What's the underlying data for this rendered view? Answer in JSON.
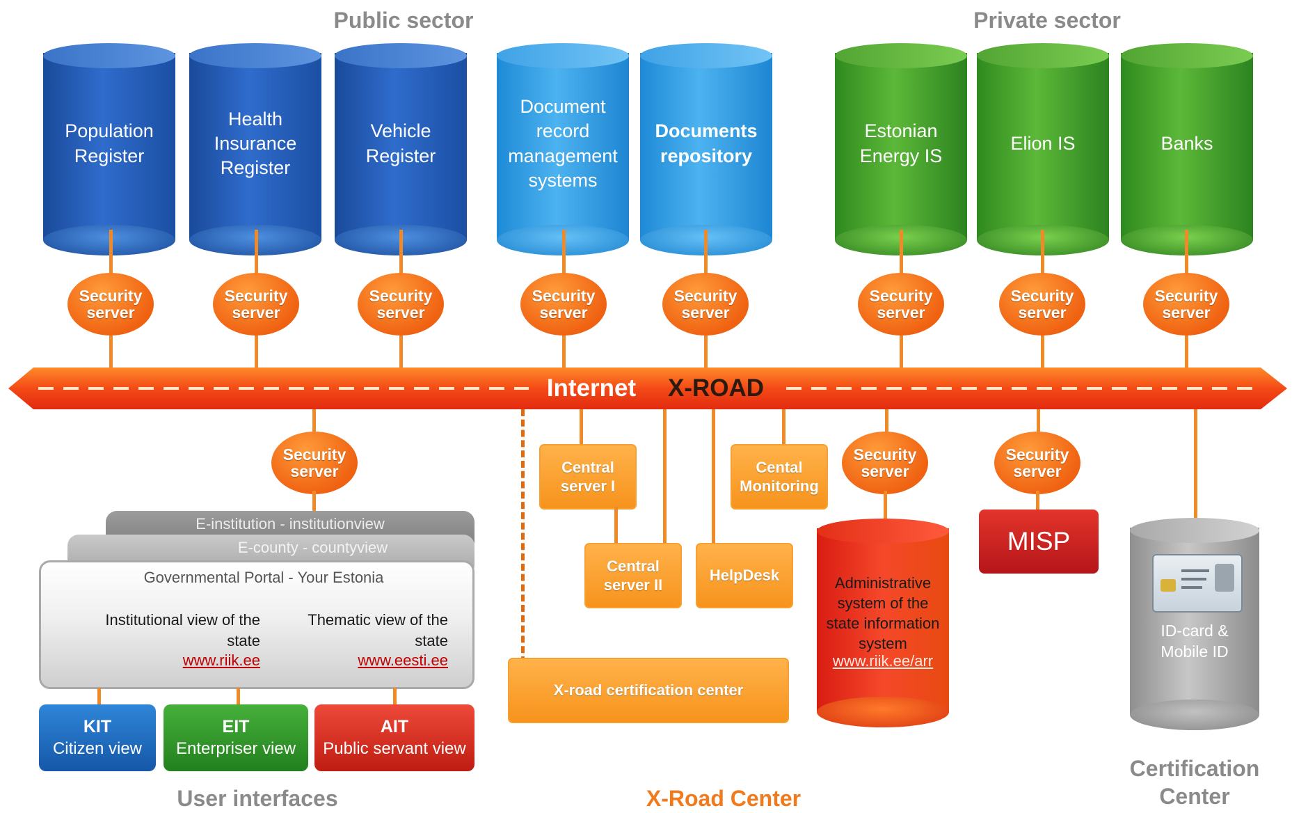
{
  "sections": {
    "public_sector": "Public sector",
    "private_sector": "Private sector",
    "user_interfaces": "User interfaces",
    "xroad_center": "X-Road Center",
    "certification_center": "Certification Center"
  },
  "databases": [
    {
      "label": "Population Register"
    },
    {
      "label": "Health Insurance Register"
    },
    {
      "label": "Vehicle Register"
    },
    {
      "label": "Document record management systems"
    },
    {
      "label": "Documents repository"
    },
    {
      "label": "Estonian Energy IS"
    },
    {
      "label": "Elion IS"
    },
    {
      "label": "Banks"
    }
  ],
  "security_server_label": "Security server",
  "backbone": {
    "internet": "Internet",
    "xroad": "X-ROAD"
  },
  "portal": {
    "institution_view": "E-institution - institutionview",
    "county_view": "E-county - countyview",
    "governmental_portal": "Governmental Portal - Your Estonia",
    "institutional_view": "Institutional view of the state",
    "institutional_link": "www.riik.ee",
    "thematic_view": "Thematic view of the state",
    "thematic_link": "www.eesti.ee"
  },
  "user_interfaces": [
    {
      "code": "KIT",
      "name": "Citizen view",
      "color": "#1f6fc4"
    },
    {
      "code": "EIT",
      "name": "Enterpriser view",
      "color": "#2f9a2a"
    },
    {
      "code": "AIT",
      "name": "Public servant view",
      "color": "#d8261c"
    }
  ],
  "xroad_center": {
    "central_server_1": "Central server I",
    "central_server_2": "Central server II",
    "helpdesk": "HelpDesk",
    "monitoring": "Cental Monitoring",
    "certification_center": "X-road certification center"
  },
  "admin_system": {
    "label": "Administrative system of the state information system",
    "link": "www.riik.ee/arr"
  },
  "misp": "MISP",
  "id_card": {
    "label": "ID-card & Mobile ID"
  },
  "colors": {
    "orange": "#f08a28",
    "blue_dark": "#1b4fa3",
    "blue_light": "#2a96dc",
    "green": "#3c9a28",
    "red": "#d8261c",
    "gray": "#9a9a9a"
  }
}
